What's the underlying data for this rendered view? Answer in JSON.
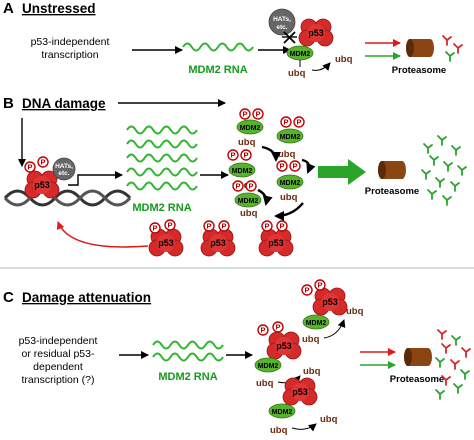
{
  "panels": [
    {
      "letter": "A",
      "title": "Unstressed",
      "text_lines": [
        "p53-independent",
        "transcription"
      ]
    },
    {
      "letter": "B",
      "title": "DNA damage"
    },
    {
      "letter": "C",
      "title": "Damage attenuation",
      "text_lines": [
        "p53-independent",
        "or residual p53-",
        "dependent",
        "transcription (?)"
      ]
    }
  ],
  "labels": {
    "mdm2_rna": "MDM2 RNA",
    "proteasome": "Proteasome",
    "p53": "p53",
    "mdm2": "MDM2",
    "ubq": "ubq",
    "phospho": "P",
    "hats_line1": "HATs,",
    "hats_line2": "etc."
  },
  "colors": {
    "p53": "#d42a2a",
    "mdm2": "#58b22c",
    "rna": "#2fb52f",
    "ubq_text": "#6b2a0e",
    "red_arrow": "#e01b1b",
    "green_arrow": "#2aa52a",
    "proteasome": "#8b4513",
    "hats": "#666666",
    "dna": "#333333"
  }
}
